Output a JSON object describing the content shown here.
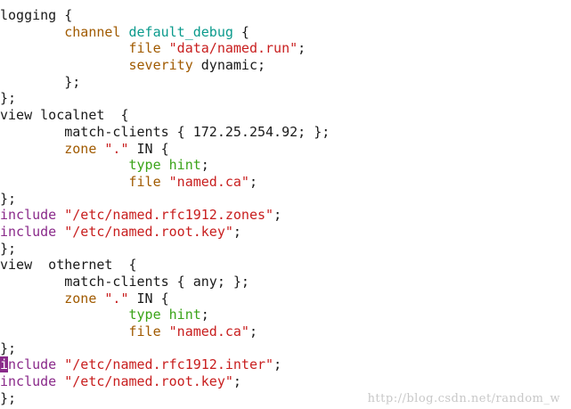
{
  "watermark": "http://blog.csdn.net/random_w",
  "colors": {
    "keyword": "#a05a00",
    "identifier": "#0a9a8c",
    "string": "#c81e1e",
    "type": "#3ba41a",
    "include": "#8a2a8a",
    "plain": "#1a1a1a",
    "cursor": "#8a2a8a"
  },
  "code_lines": [
    [
      {
        "t": "plain",
        "v": "logging {"
      }
    ],
    [
      {
        "t": "plain",
        "v": "        "
      },
      {
        "t": "kw",
        "v": "channel"
      },
      {
        "t": "plain",
        "v": " "
      },
      {
        "t": "ident",
        "v": "default_debug"
      },
      {
        "t": "plain",
        "v": " {"
      }
    ],
    [
      {
        "t": "plain",
        "v": "                "
      },
      {
        "t": "kw",
        "v": "file"
      },
      {
        "t": "plain",
        "v": " "
      },
      {
        "t": "str",
        "v": "\"data/named.run\""
      },
      {
        "t": "plain",
        "v": ";"
      }
    ],
    [
      {
        "t": "plain",
        "v": "                "
      },
      {
        "t": "kw",
        "v": "severity"
      },
      {
        "t": "plain",
        "v": " dynamic;"
      }
    ],
    [
      {
        "t": "plain",
        "v": "        };"
      }
    ],
    [
      {
        "t": "plain",
        "v": "};"
      }
    ],
    [
      {
        "t": "plain",
        "v": "view localnet  {"
      }
    ],
    [
      {
        "t": "plain",
        "v": "        match-clients { 172.25.254.92; };"
      }
    ],
    [
      {
        "t": "plain",
        "v": "        "
      },
      {
        "t": "kw",
        "v": "zone"
      },
      {
        "t": "plain",
        "v": " "
      },
      {
        "t": "str",
        "v": "\".\""
      },
      {
        "t": "plain",
        "v": " IN {"
      }
    ],
    [
      {
        "t": "plain",
        "v": "                "
      },
      {
        "t": "type",
        "v": "type"
      },
      {
        "t": "plain",
        "v": " "
      },
      {
        "t": "type",
        "v": "hint"
      },
      {
        "t": "plain",
        "v": ";"
      }
    ],
    [
      {
        "t": "plain",
        "v": "                "
      },
      {
        "t": "kw",
        "v": "file"
      },
      {
        "t": "plain",
        "v": " "
      },
      {
        "t": "str",
        "v": "\"named.ca\""
      },
      {
        "t": "plain",
        "v": ";"
      }
    ],
    [
      {
        "t": "plain",
        "v": "};"
      }
    ],
    [
      {
        "t": "inc",
        "v": "include"
      },
      {
        "t": "plain",
        "v": " "
      },
      {
        "t": "str",
        "v": "\"/etc/named.rfc1912.zones\""
      },
      {
        "t": "plain",
        "v": ";"
      }
    ],
    [
      {
        "t": "inc",
        "v": "include"
      },
      {
        "t": "plain",
        "v": " "
      },
      {
        "t": "str",
        "v": "\"/etc/named.root.key\""
      },
      {
        "t": "plain",
        "v": ";"
      }
    ],
    [
      {
        "t": "plain",
        "v": "};"
      }
    ],
    [
      {
        "t": "plain",
        "v": "view  othernet  {"
      }
    ],
    [
      {
        "t": "plain",
        "v": "        match-clients { any; };"
      }
    ],
    [
      {
        "t": "plain",
        "v": "        "
      },
      {
        "t": "kw",
        "v": "zone"
      },
      {
        "t": "plain",
        "v": " "
      },
      {
        "t": "str",
        "v": "\".\""
      },
      {
        "t": "plain",
        "v": " IN {"
      }
    ],
    [
      {
        "t": "plain",
        "v": "                "
      },
      {
        "t": "type",
        "v": "type"
      },
      {
        "t": "plain",
        "v": " "
      },
      {
        "t": "type",
        "v": "hint"
      },
      {
        "t": "plain",
        "v": ";"
      }
    ],
    [
      {
        "t": "plain",
        "v": "                "
      },
      {
        "t": "kw",
        "v": "file"
      },
      {
        "t": "plain",
        "v": " "
      },
      {
        "t": "str",
        "v": "\"named.ca\""
      },
      {
        "t": "plain",
        "v": ";"
      }
    ],
    [
      {
        "t": "plain",
        "v": "};"
      }
    ],
    [
      {
        "t": "cursor",
        "v": "i"
      },
      {
        "t": "inc",
        "v": "nclude"
      },
      {
        "t": "plain",
        "v": " "
      },
      {
        "t": "str",
        "v": "\"/etc/named.rfc1912.inter\""
      },
      {
        "t": "plain",
        "v": ";"
      }
    ],
    [
      {
        "t": "inc",
        "v": "include"
      },
      {
        "t": "plain",
        "v": " "
      },
      {
        "t": "str",
        "v": "\"/etc/named.root.key\""
      },
      {
        "t": "plain",
        "v": ";"
      }
    ],
    [
      {
        "t": "plain",
        "v": "};"
      }
    ]
  ]
}
